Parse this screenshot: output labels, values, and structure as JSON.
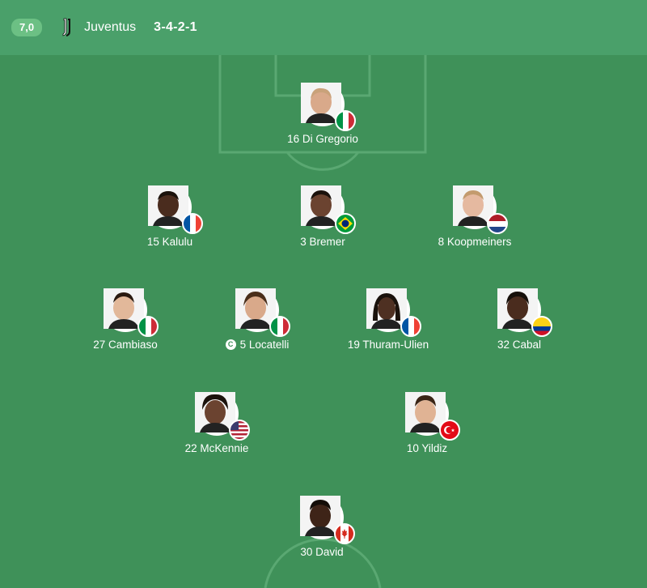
{
  "header": {
    "rating": "7,0",
    "team_logo_icon": "juventus-logo-icon",
    "team_name": "Juventus",
    "formation": "3-4-2-1"
  },
  "players": [
    {
      "number_name": "16 Di Gregorio",
      "flag": "italy",
      "skin": "#d9a98a",
      "hair": "#c9a27a",
      "captain": false
    },
    {
      "number_name": "15 Kalulu",
      "flag": "france",
      "skin": "#4a2c1e",
      "hair": "#1b120c",
      "captain": false
    },
    {
      "number_name": "3 Bremer",
      "flag": "brazil",
      "skin": "#6b4330",
      "hair": "#1b120c",
      "captain": false
    },
    {
      "number_name": "8 Koopmeiners",
      "flag": "netherlands",
      "skin": "#e5b9a0",
      "hair": "#c39b6e",
      "captain": false
    },
    {
      "number_name": "27 Cambiaso",
      "flag": "italy",
      "skin": "#e2b89a",
      "hair": "#2a1a10",
      "captain": false
    },
    {
      "number_name": "5 Locatelli",
      "flag": "italy",
      "skin": "#d9a98a",
      "hair": "#4a2e1a",
      "captain": true,
      "captain_mark": "C"
    },
    {
      "number_name": "19 Thuram-Ulien",
      "flag": "france",
      "skin": "#4e3022",
      "hair": "#1a120c",
      "captain": false
    },
    {
      "number_name": "32 Cabal",
      "flag": "colombia",
      "skin": "#4a2c1e",
      "hair": "#16100a",
      "captain": false
    },
    {
      "number_name": "22 McKennie",
      "flag": "usa",
      "skin": "#6b4330",
      "hair": "#1b120c",
      "captain": false
    },
    {
      "number_name": "10 Yildiz",
      "flag": "turkey",
      "skin": "#e0b394",
      "hair": "#3a2516",
      "captain": false
    },
    {
      "number_name": "30 David",
      "flag": "canada",
      "skin": "#3e2418",
      "hair": "#140d08",
      "captain": false
    }
  ]
}
